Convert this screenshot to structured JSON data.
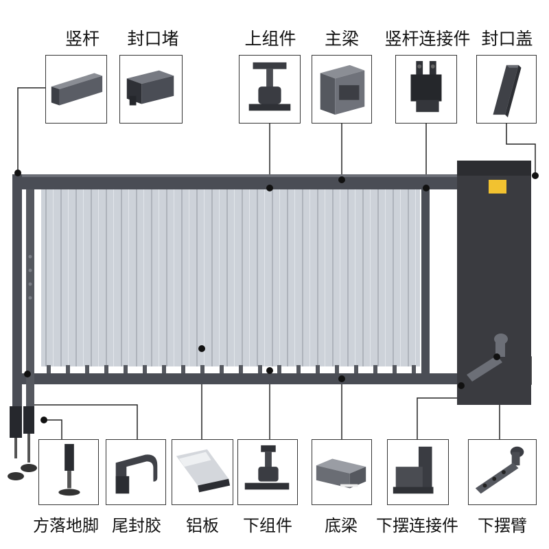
{
  "parts": {
    "top": [
      {
        "id": "vertical-rod",
        "label": "竖杆"
      },
      {
        "id": "end-plug",
        "label": "封口堵"
      },
      {
        "id": "upper-assembly",
        "label": "上组件"
      },
      {
        "id": "main-beam",
        "label": "主梁"
      },
      {
        "id": "vertical-rod-connector",
        "label": "竖杆连接件"
      },
      {
        "id": "end-cap",
        "label": "封口盖"
      }
    ],
    "bottom": [
      {
        "id": "square-floor-foot",
        "label": "方落地脚"
      },
      {
        "id": "tail-seal-rubber",
        "label": "尾封胶"
      },
      {
        "id": "aluminum-plate",
        "label": "铝板"
      },
      {
        "id": "lower-assembly",
        "label": "下组件"
      },
      {
        "id": "bottom-beam",
        "label": "底梁"
      },
      {
        "id": "lower-swing-connector",
        "label": "下摆连接件"
      },
      {
        "id": "lower-swing-arm",
        "label": "下摆臂"
      }
    ]
  },
  "colors": {
    "frame": "#4a4d55",
    "panel": "#c9ced6",
    "cabinet": "#3a3b40",
    "warning": "#f2c230",
    "leader": "#222222"
  }
}
